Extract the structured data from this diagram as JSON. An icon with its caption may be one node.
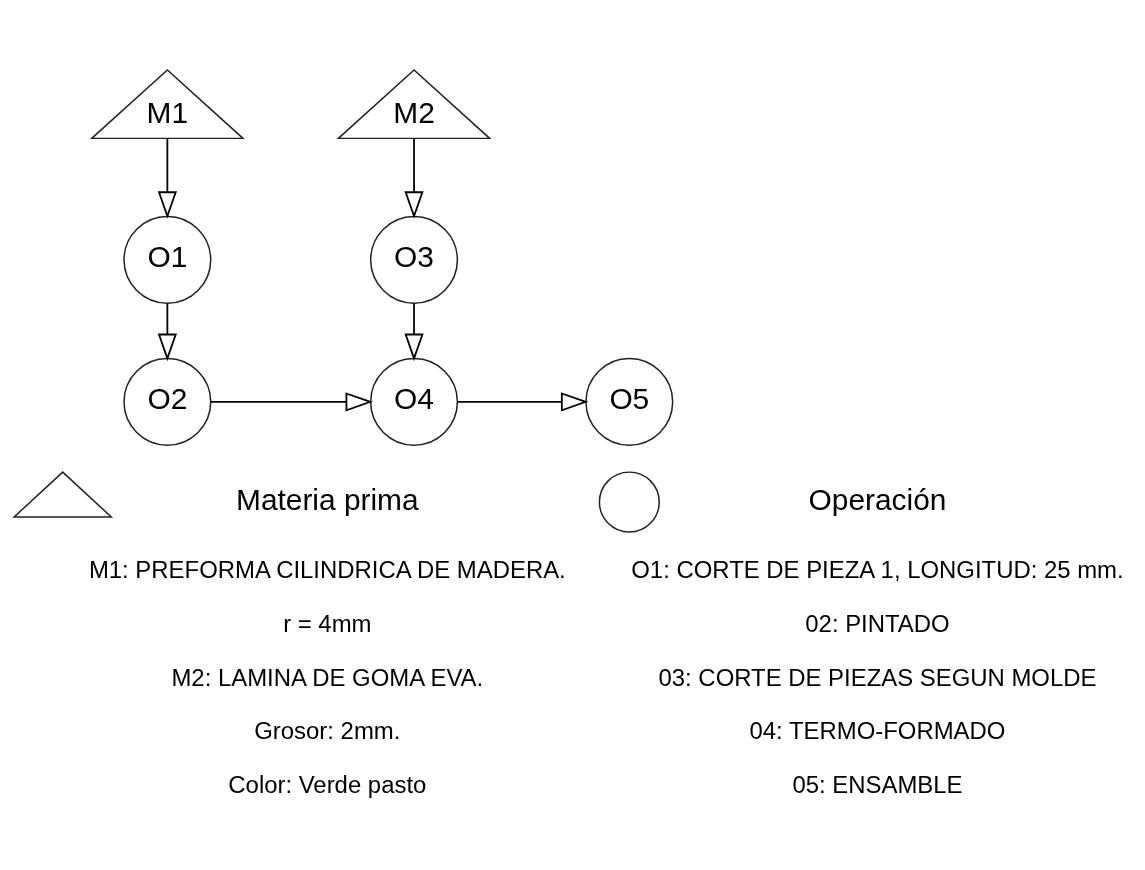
{
  "diagram": {
    "nodes": [
      {
        "text": [
          "M1"
        ]
      },
      {
        "text": [
          "M2"
        ]
      },
      {
        "text": [
          "O1"
        ]
      },
      {
        "text": [
          "O3"
        ]
      },
      {
        "text": [
          "O2"
        ]
      },
      {
        "text": [
          "O4"
        ]
      },
      {
        "text": [
          "O5"
        ]
      },
      {
        "text": [],
        "shape": "triangle"
      },
      {
        "text": [],
        "shape": "circle"
      }
    ],
    "edges": [
      {
        "from": 0,
        "to": 2,
        "arrow": "to"
      },
      {
        "from": 2,
        "to": 4,
        "arrow": "to"
      },
      {
        "from": 1,
        "to": 3,
        "arrow": "to"
      },
      {
        "from": 3,
        "to": 5,
        "arrow": "to"
      },
      {
        "from": 4,
        "to": 5,
        "arrow": "to"
      },
      {
        "from": 5,
        "to": 6,
        "arrow": "to"
      }
    ],
    "labels": [
      "M1: PREFORMA CILINDRICA DE MADERA.",
      "r = 4mm",
      "M2: LAMINA DE GOMA EVA.",
      "Grosor: 2mm.",
      "Color: Verde pasto",
      "O1: CORTE DE PIEZA 1, LONGITUD: 25 mm.",
      "02: PINTADO",
      "03: CORTE DE PIEZAS SEGUN MOLDE",
      "04: TERMO-FORMADO",
      "05: ENSAMBLE"
    ],
    "legend": [
      {
        "text": "Materia prima"
      },
      {
        "text": "Operación"
      }
    ]
  }
}
